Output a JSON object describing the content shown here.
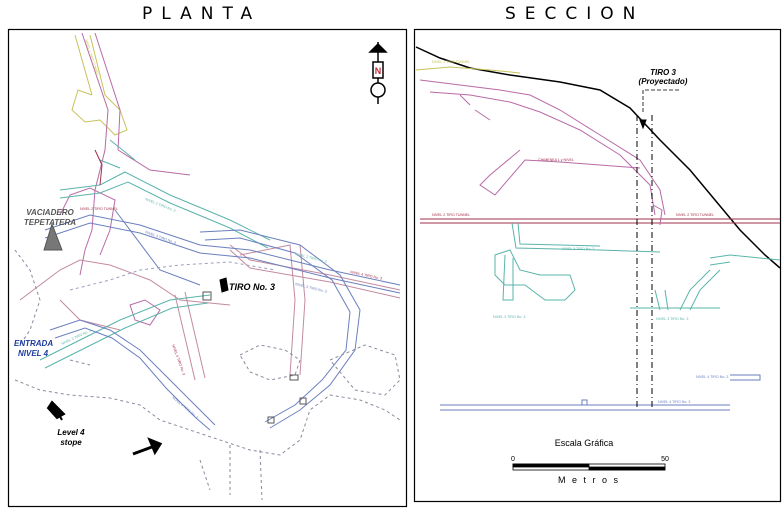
{
  "titles": {
    "plan": "PLANTA",
    "section": "SECCION"
  },
  "plan": {
    "vaciadero_line1": "VACIADERO",
    "vaciadero_line2": "TEPETATERA",
    "tiro": "TIRO No. 3",
    "entrada_line1": "ENTRADA",
    "entrada_line2": "NIVEL 4",
    "level4_line1": "Level 4",
    "level4_line2": "stope",
    "small_labels": {
      "nivel1_tunnel": "NIVEL 1  TIRO TUNNEL",
      "nivel2_tunnel": "NIVEL 2  TIRO TUNNEL",
      "nivel2_tiro": "NIVEL 2  TIRO No. 3",
      "nivel3_tiro": "NIVEL 3  TIRO No. 3",
      "nivel4_tiro": "NIVEL 4  TIRO No. 3",
      "nivel4_tiro_b": "NIVEL 4  TIRO No. 3",
      "nivel3_tiro_b": "NIVEL 3  TIRO No. 3"
    },
    "north_symbol": "N",
    "colors": {
      "yellow": "#c7c35a",
      "magenta": "#b86aa6",
      "cyan": "#5ab4aa",
      "blue": "#6a7fbf",
      "dark_red": "#a0304a",
      "dark_blue": "#1b3a9c"
    }
  },
  "section": {
    "tiro_line1": "TIRO  3",
    "tiro_line2": "(Proyectado)",
    "small_labels": {
      "nivel1": "NIVEL 1  TIRO TUNNEL",
      "nivel2": "NIVEL 2  TIRO TUNNEL",
      "nivel2_right": "NIVEL 2  TIRO TUNNEL",
      "chimenea": "CHIMENEA  1  y  NIVEL",
      "nivel3a": "NIVEL 3  TIRO No. 3",
      "nivel3b": "NIVEL 3  TIRO No. 3",
      "nivel3c": "NIVEL 3  TIRO No. 3",
      "nivel4a": "NIVEL 4  TIRO No. 3",
      "nivel4b": "NIVEL 4  TIRO No. 3"
    },
    "scale_title": "Escala Gráfica",
    "scale_min": "0",
    "scale_max": "50",
    "scale_unit": "M e t r o s"
  }
}
